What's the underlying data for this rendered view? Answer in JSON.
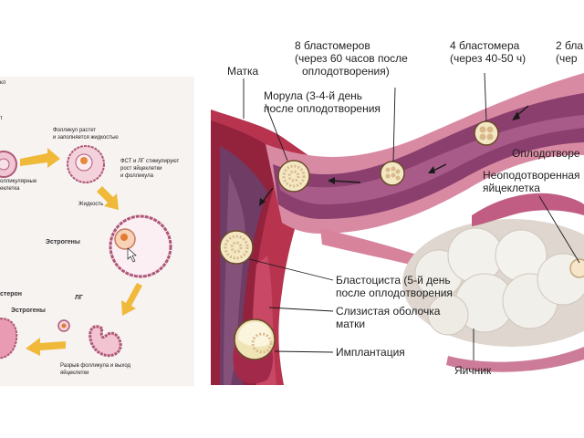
{
  "left": {
    "title_fragment": "кл",
    "label_fsh_lh_fragment": "ЛГ",
    "label_follicles_fragment": "олликулярные",
    "label_follicles_fragment2": "еклетка",
    "label_follicle_grows": "Фолликул растет",
    "label_follicle_fluid": "и заполняется жидкостью",
    "label_fsh_stimulate": "ФСТ и ЛГ стимулируют",
    "label_fsh_stimulate2": "рост яйцеклетки",
    "label_fsh_stimulate3": "и фолликула",
    "label_fluid": "Жидкость",
    "label_estrogens": "Эстрогены",
    "label_progesteron_fragment": "стерон",
    "label_estrogens2": "Эстрогены",
    "label_lg": "ЛГ",
    "label_rupture": "Разрыв фолликула и выход",
    "label_rupture2": "яйцеклетки",
    "label_t_fragment": "т"
  },
  "right": {
    "label_uterus": "Матка",
    "label_morula_1": "Морула (3-4-й день",
    "label_morula_2": "после оплодотворения",
    "label_8_blast_1": "8 бластомеров",
    "label_8_blast_2": "(через 60 часов после",
    "label_8_blast_3": "оплодотворения)",
    "label_4_blast_1": "4 бластомера",
    "label_4_blast_2": "(через 40-50 ч)",
    "label_2_blast_1": "2 бла",
    "label_2_blast_2": "(чер",
    "label_fertilization": "Оплодотворе",
    "label_unfertilized_1": "Неоподотворенная",
    "label_unfertilized_2": "яйцеклетка",
    "label_blastocyst_1": "Бластоциста (5-й день",
    "label_blastocyst_2": "после оплодотворения",
    "label_mucosa_1": "Слизистая оболочка",
    "label_mucosa_2": "матки",
    "label_implantation": "Имплантация",
    "label_ovary": "Яичник"
  },
  "colors": {
    "tube_pink": "#d98aa3",
    "tube_purple": "#8a3f6e",
    "uterus_red": "#b7334e",
    "ovary_white": "#f1efe9",
    "cell_cream": "#f3e7c4",
    "arrow_yellow": "#f0b93a"
  }
}
